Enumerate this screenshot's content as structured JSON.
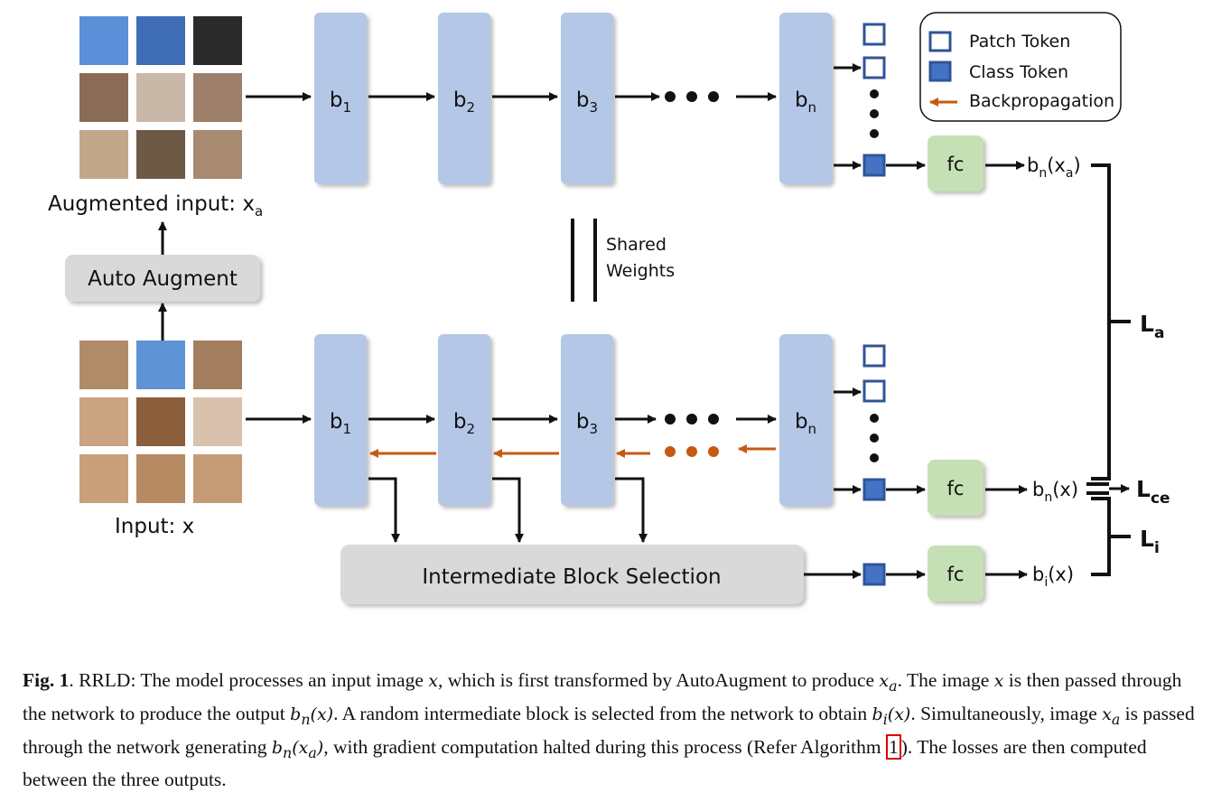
{
  "diagram": {
    "blocks_top": [
      "b",
      "b",
      "b",
      "b"
    ],
    "block_subs": [
      "1",
      "2",
      "3",
      "n"
    ],
    "augmented_label": "Augmented input: x",
    "augmented_sub": "a",
    "auto_augment": "Auto Augment",
    "input_label": "Input: x",
    "shared_weights_line1": "Shared",
    "shared_weights_line2": "Weights",
    "fc": "fc",
    "intermediate_block": "Intermediate Block Selection",
    "out_top": "b",
    "out_top_sub": "n",
    "out_top_arg": "(x",
    "out_top_arg_sub": "a",
    "out_top_close": ")",
    "out_mid": "b",
    "out_mid_sub": "n",
    "out_mid_arg": "(x)",
    "out_bot": "b",
    "out_bot_sub": "i",
    "out_bot_arg": "(x)",
    "loss_a": "L",
    "loss_a_sub": "a",
    "loss_ce": "L",
    "loss_ce_sub": "ce",
    "loss_i": "L",
    "loss_i_sub": "i",
    "legend": {
      "patch_token": "Patch Token",
      "class_token": "Class Token",
      "backprop": "Backpropagation"
    },
    "colors": {
      "block": "#b4c7e7",
      "fc": "#c5e0b4",
      "gray_box": "#d9d9d9",
      "token_blue": "#4472c4",
      "token_border": "#2f5597",
      "backprop": "#c55a11"
    }
  },
  "caption": {
    "fig_label": "Fig. 1",
    "part1": ". RRLD: The model processes an input image ",
    "part2": ", which is first transformed by AutoAugment to produce ",
    "part3": ". The image ",
    "part4": " is then passed through the network to produce the output ",
    "part5": ". A random intermediate block is selected from the network to obtain ",
    "part6": ". Simultaneously, image ",
    "part7": " is passed through the network generating ",
    "part8": ", with gradient computation halted during this process (Refer Algorithm ",
    "ref": "1",
    "part9": "). The losses are then computed between the three outputs.",
    "m_x": "x",
    "m_xa": "x",
    "m_xa_sub": "a",
    "m_bnx": "b",
    "m_bnx_sub": "n",
    "m_bnx_arg": "(x)",
    "m_bix": "b",
    "m_bix_sub": "i",
    "m_bix_arg": "(x)",
    "m_bnxa": "b",
    "m_bnxa_sub": "n",
    "m_bnxa_arg": "(x",
    "m_bnxa_arg_sub": "a",
    "m_bnxa_close": ")"
  }
}
